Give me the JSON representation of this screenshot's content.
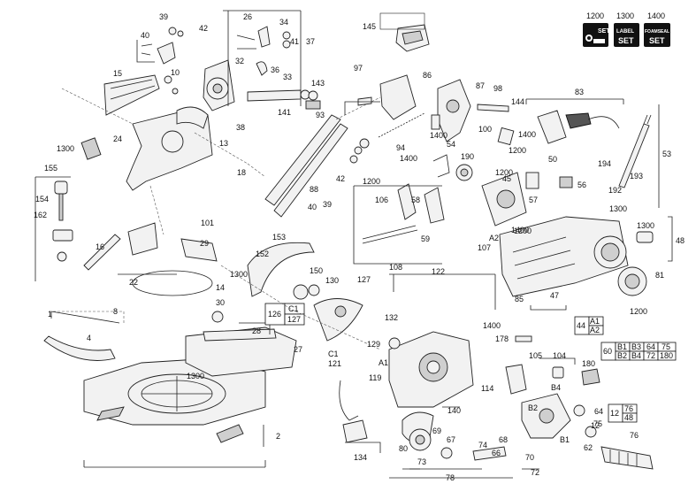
{
  "kits": [
    {
      "number": "1200",
      "label": "SET"
    },
    {
      "number": "1300",
      "label_top": "LABEL",
      "label": "SET"
    },
    {
      "number": "1400",
      "label_top": "FOAMSEAL",
      "label": "SET"
    }
  ],
  "callouts": {
    "n1": "1",
    "n2": "2",
    "n4": "4",
    "n8": "8",
    "n10": "10",
    "n12": "12",
    "n13": "13",
    "n14": "14",
    "n15": "15",
    "n16": "16",
    "n18": "18",
    "n22": "22",
    "n24": "24",
    "n26": "26",
    "n27": "27",
    "n28": "28",
    "n29": "29",
    "n30": "30",
    "n32": "32",
    "n33": "33",
    "n34": "34",
    "n36": "36",
    "n37": "37",
    "n38": "38",
    "n39a": "39",
    "n39b": "39",
    "n40a": "40",
    "n40b": "40",
    "n41": "41",
    "n42a": "42",
    "n42b": "42",
    "n44": "44",
    "n45": "45",
    "n47": "47",
    "n48": "48",
    "n50": "50",
    "n53": "53",
    "n54": "54",
    "n56": "56",
    "n57": "57",
    "n58": "58",
    "n59": "59",
    "n60": "60",
    "n62": "62",
    "n64": "64",
    "n66": "66",
    "n67": "67",
    "n68": "68",
    "n69": "69",
    "n70": "70",
    "n72": "72",
    "n73": "73",
    "n74": "74",
    "n75": "75",
    "n76": "76",
    "n78": "78",
    "n80": "80",
    "n81": "81",
    "n83": "83",
    "n85": "85",
    "n86": "86",
    "n87": "87",
    "n88": "88",
    "n93": "93",
    "n94": "94",
    "n97": "97",
    "n98": "98",
    "n100": "100",
    "n101": "101",
    "n104": "104",
    "n105": "105",
    "n106": "106",
    "n107": "107",
    "n108": "108",
    "n114": "114",
    "n119": "119",
    "n121": "121",
    "n122": "122",
    "n127": "127",
    "n129": "129",
    "n130": "130",
    "n132": "132",
    "n134": "134",
    "n140": "140",
    "n141": "141",
    "n143": "143",
    "n144": "144",
    "n145": "145",
    "n150": "150",
    "n152": "152",
    "n153": "153",
    "n154": "154",
    "n155": "155",
    "n162": "162",
    "n178": "178",
    "n180": "180",
    "n190": "190",
    "n192": "192",
    "n193": "193",
    "n194": "194",
    "n1200a": "1200",
    "n1200b": "1200",
    "n1200c": "1200",
    "n1200d": "1200",
    "n1200e": "1200",
    "n1300a": "1300",
    "n1300b": "1300",
    "n1300c": "1300",
    "n1300d": "1300",
    "n1300e": "1300",
    "n1400a": "1400",
    "n1400b": "1400",
    "n1400c": "1400",
    "n1400d": "1400",
    "n1400e": "1400",
    "n1400f": "1400",
    "A1a": "A1",
    "A2a": "A2",
    "B2a": "B2",
    "B4a": "B4",
    "B1a": "B1",
    "C1a": "C1"
  },
  "table_126": {
    "left": "126",
    "top": "C1",
    "bottom": "127"
  },
  "table_44": {
    "left": "44",
    "top": "A1",
    "bottom": "A2"
  },
  "table_60": {
    "left": "60",
    "row1": [
      "B1",
      "B3",
      "64",
      "75"
    ],
    "row2": [
      "B2",
      "B4",
      "72",
      "180"
    ]
  },
  "table_12": {
    "left": "12",
    "top": "76",
    "bottom": "48"
  }
}
